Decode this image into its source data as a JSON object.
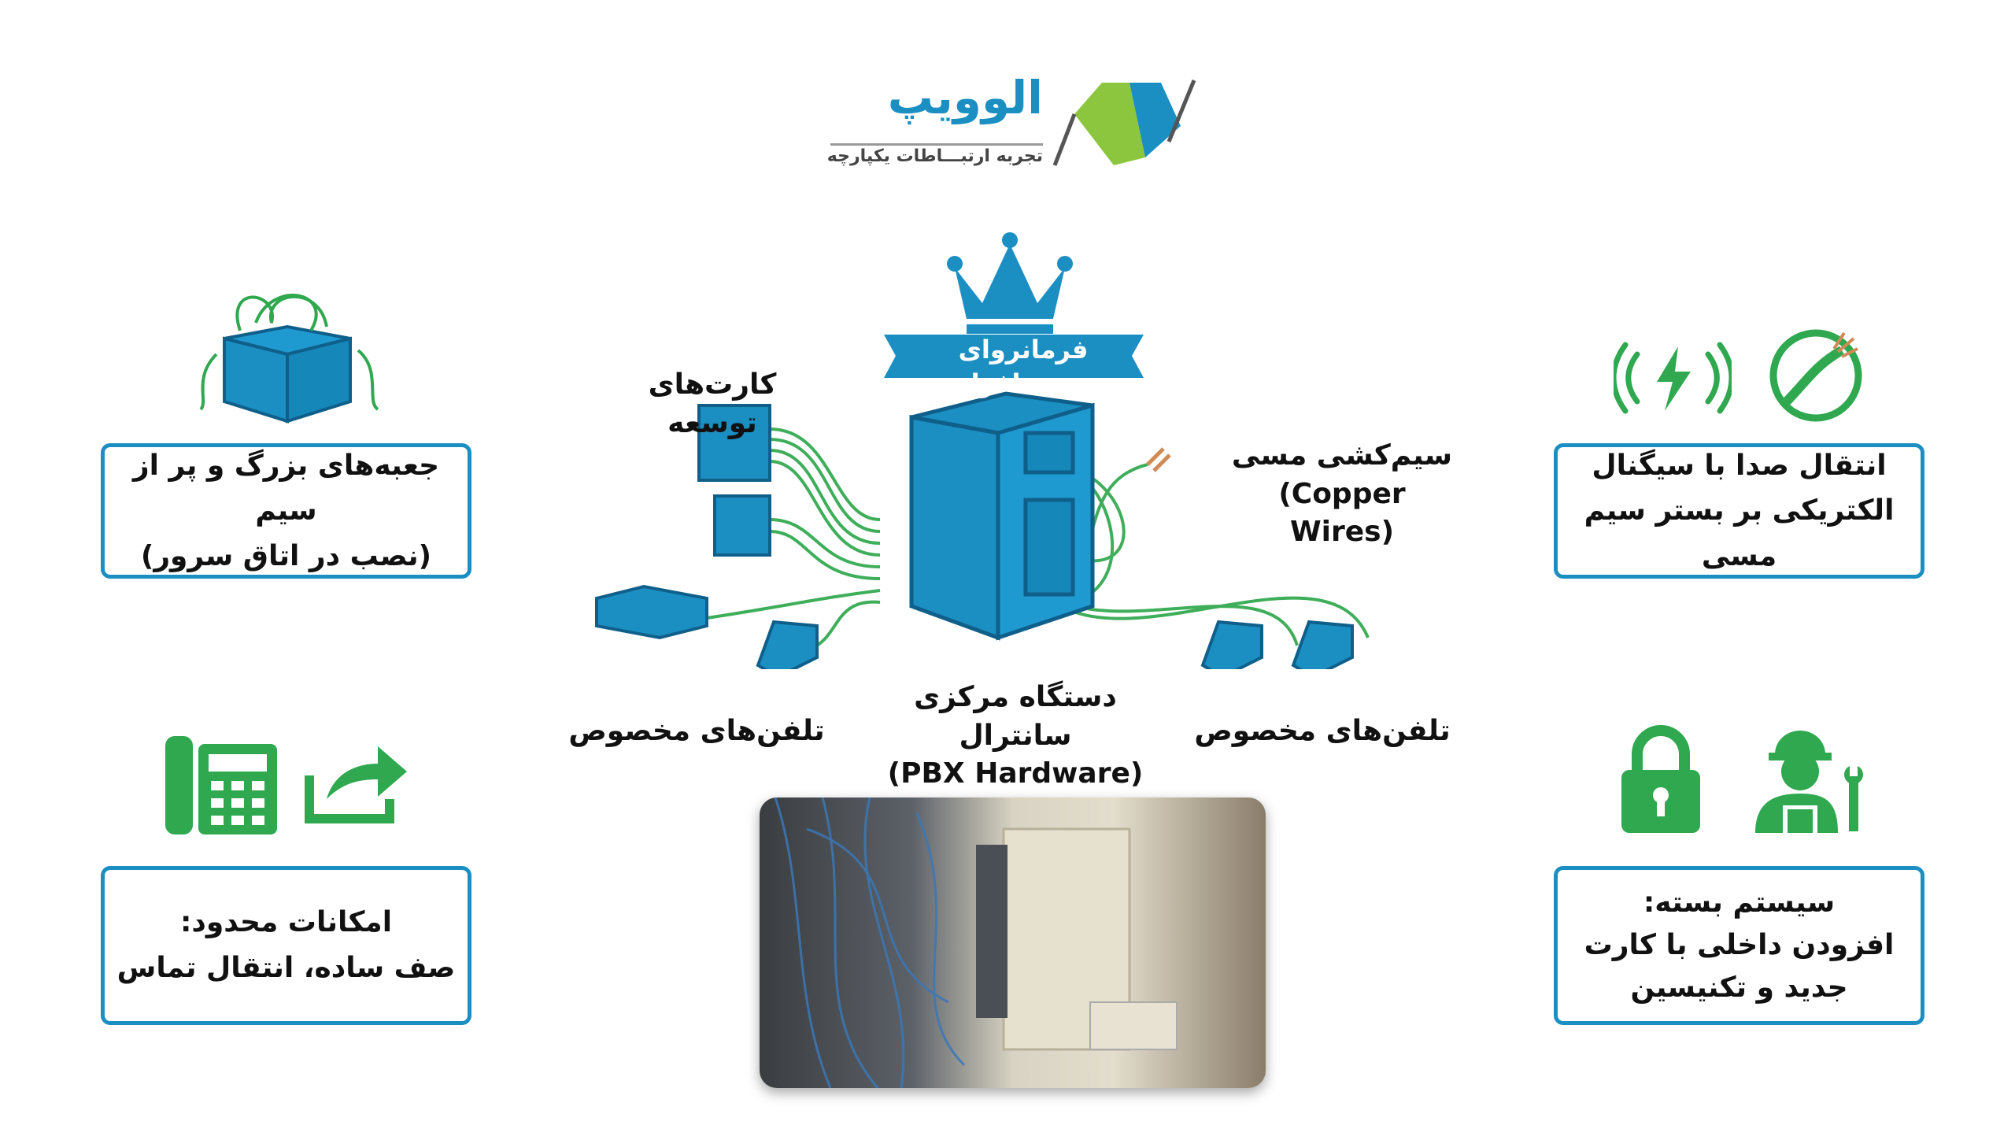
{
  "logo": {
    "brand_name": "الوویپ",
    "tagline": "تجربه ارتبـــاطات یکپارچه",
    "colors": {
      "green": "#8cc63f",
      "blue": "#1b8fc2",
      "gray": "#555555"
    }
  },
  "center": {
    "crown_banner": "فرمانروای سخت‌افزار",
    "expansion_cards_label": "کارت‌های توسعه",
    "copper_label_fa": "سیم‌کشی مسی",
    "copper_label_en": "(Copper Wires)",
    "pbx_label_fa": "دستگاه مرکزی سانترال",
    "pbx_label_en": "(PBX Hardware)",
    "phones_left_label": "تلفن‌های مخصوص",
    "phones_right_label": "تلفن‌های مخصوص"
  },
  "cards": {
    "top_left": {
      "line1": "جعبه‌های بزرگ و پر از سیم",
      "line2": "(نصب در اتاق سرور)",
      "icon": "box-of-wires-icon"
    },
    "bottom_left": {
      "line1": "امکانات محدود:",
      "line2": "صف ساده، انتقال تماس",
      "icons": [
        "desk-phone-icon",
        "forward-arrow-icon"
      ]
    },
    "top_right": {
      "line1": "انتقال صدا با سیگنال",
      "line2": "الکتریکی بر بستر سیم مسی",
      "icons": [
        "electric-signal-icon",
        "copper-wire-icon"
      ]
    },
    "bottom_right": {
      "line1": "سیستم بسته:",
      "line2": "افزودن داخلی با کارت",
      "line3": "جدید و تکنیسین",
      "icons": [
        "lock-icon",
        "technician-icon"
      ]
    }
  },
  "colors": {
    "accent_blue": "#1b8fc2",
    "icon_green": "#2fa84f",
    "wire_green": "#3fae5a",
    "copper": "#d08a55"
  }
}
